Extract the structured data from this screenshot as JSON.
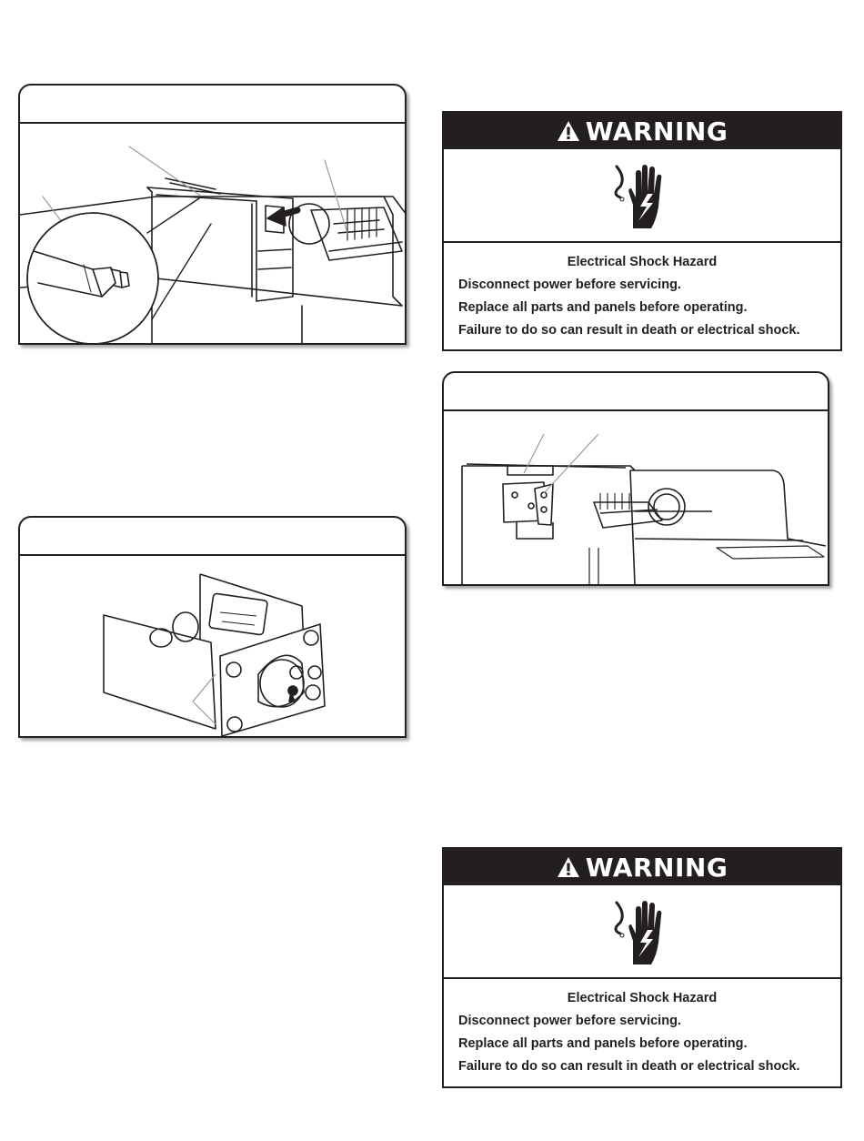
{
  "warnings": [
    {
      "title": "WARNING",
      "icon": "electrical-shock-hand-icon",
      "hazard": "Electrical Shock Hazard",
      "lines": [
        "Disconnect power before servicing.",
        "Replace all parts and panels before operating.",
        "Failure to do so can result in death or electrical shock."
      ]
    },
    {
      "title": "WARNING",
      "icon": "electrical-shock-hand-icon",
      "hazard": "Electrical Shock Hazard",
      "lines": [
        "Disconnect power before servicing.",
        "Replace all parts and panels before operating.",
        "Failure to do so can result in death or electrical shock."
      ]
    }
  ],
  "figures": [
    {
      "name": "ice-maker-fill-tube-figure",
      "icon": "ice-maker-fill-tube-illustration"
    },
    {
      "name": "ice-maker-mounting-bracket-figure",
      "icon": "mounting-bracket-illustration"
    },
    {
      "name": "ice-maker-wiring-figure",
      "icon": "ice-maker-wiring-illustration"
    }
  ],
  "colors": {
    "ink": "#231f20",
    "paper": "#ffffff"
  }
}
